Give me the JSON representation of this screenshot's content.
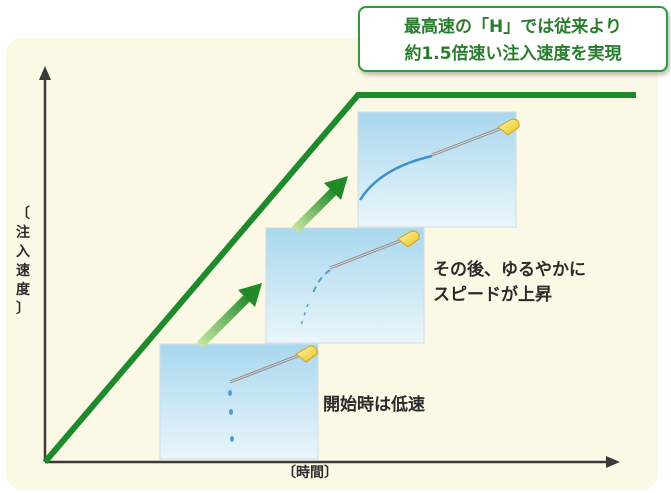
{
  "callout": {
    "line1": "最高速の「H」では従来より",
    "line2": "約1.5倍速い注入速度を実現"
  },
  "axes": {
    "y_label": "〔注入速度〕",
    "x_label": "〔時間〕"
  },
  "stages": [
    {
      "label": "開始時は低速"
    },
    {
      "label_line1": "その後、ゆるやかに",
      "label_line2": "スピードが上昇"
    }
  ],
  "colors": {
    "line": "#1d8a2c",
    "arrow": "#3a9a2e",
    "callout_text": "#2a7d2f",
    "panel_bg": "#fbf8e6"
  }
}
